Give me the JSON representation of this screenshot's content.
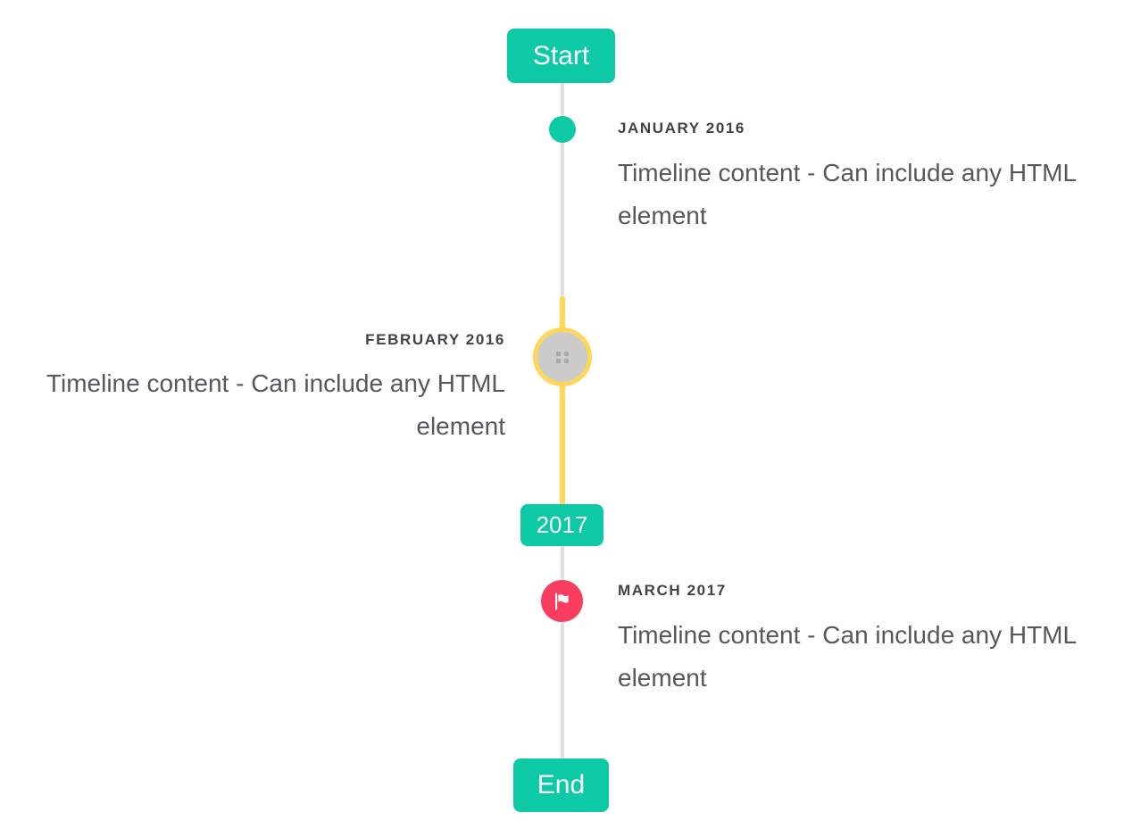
{
  "timeline": {
    "colors": {
      "teal": "#0dc9a5",
      "yellow": "#ffd757",
      "red": "#f93d5e",
      "line-gray": "#e0e0e0",
      "circle-gray": "#cbcbcb",
      "title-color": "#3e4347",
      "body-color": "#55595d"
    },
    "start_label": "Start",
    "year_label": "2017",
    "end_label": "End",
    "items": [
      {
        "title": "JANUARY 2016",
        "content": "Timeline content - Can include any HTML element",
        "side": "right",
        "marker": "teal-dot"
      },
      {
        "title": "FEBRUARY 2016",
        "content": "Timeline content - Can include any HTML element",
        "side": "left",
        "marker": "broken-image-circle"
      },
      {
        "title": "MARCH 2017",
        "content": "Timeline content - Can include any HTML element",
        "side": "right",
        "marker": "flag-circle"
      }
    ]
  }
}
